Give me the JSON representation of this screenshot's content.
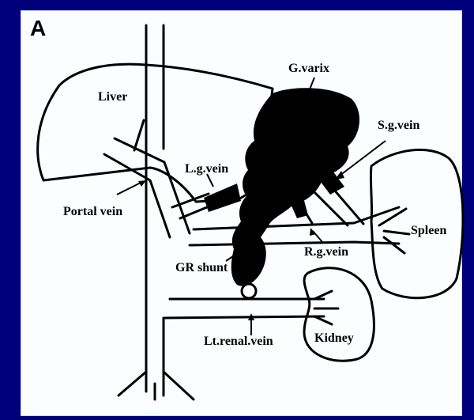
{
  "panel_letter": "A",
  "labels": {
    "liver": "Liver",
    "g_varix": "G.varix",
    "sg_vein": "S.g.vein",
    "lg_vein": "L.g.vein",
    "portal_vein": "Portal vein",
    "spleen": "Spleen",
    "rg_vein": "R.g.vein",
    "gr_shunt": "GR shunt",
    "lt_renal_vein": "Lt.renal.vein",
    "kidney": "Kidney"
  },
  "colors": {
    "background": "#00007a",
    "panel": "#fbfdff",
    "ink": "#000000"
  }
}
